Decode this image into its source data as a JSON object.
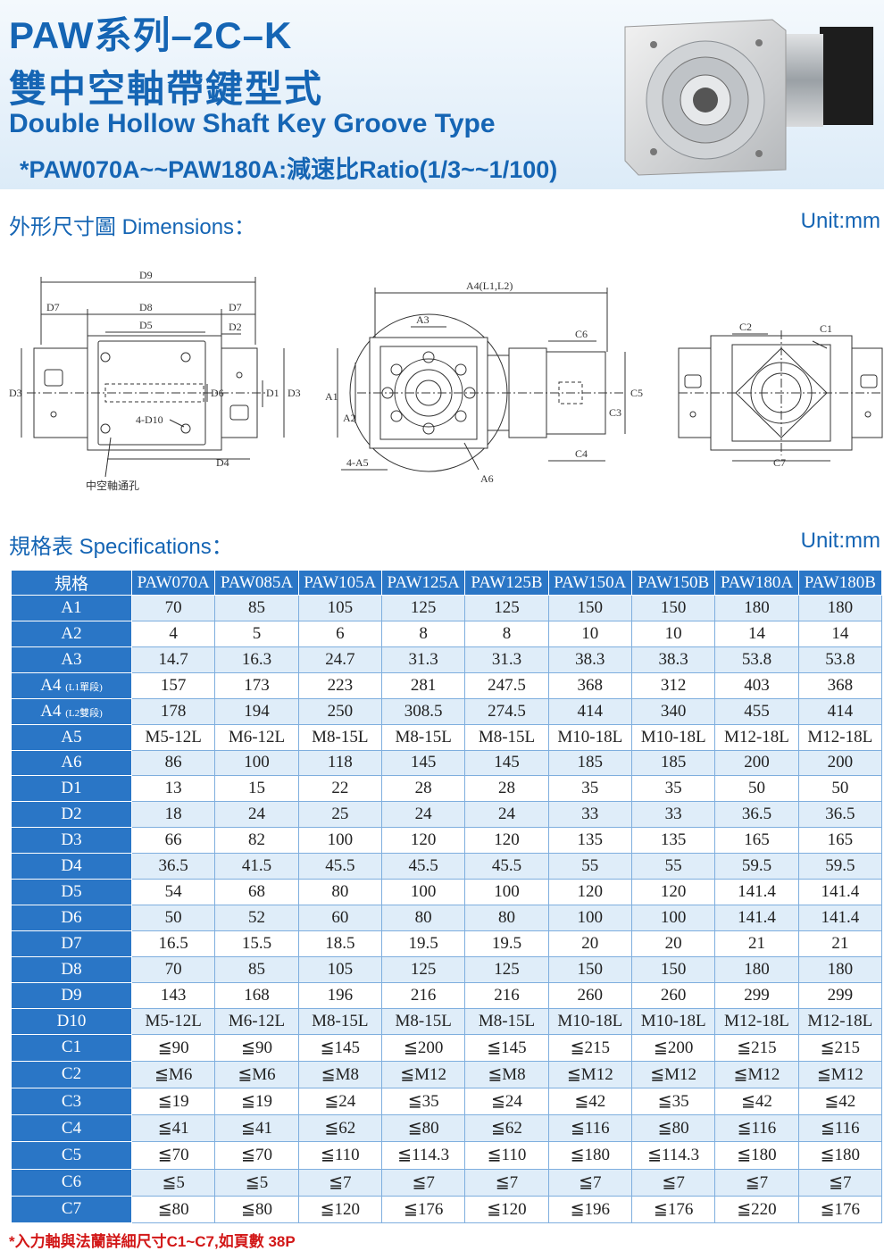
{
  "header": {
    "title_line1": "PAW系列–2C–K",
    "title_line2": "雙中空軸帶鍵型式",
    "title_en": "Double Hollow Shaft Key Groove Type",
    "subtitle": "*PAW070A~~PAW180A:減速比Ratio(1/3~~1/100)"
  },
  "dimensions_section": {
    "title": "外形尺寸圖 Dimensions：",
    "unit": "Unit:mm"
  },
  "drawing_labels": {
    "d9": "D9",
    "d7": "D7",
    "d8": "D8",
    "d5": "D5",
    "d2": "D2",
    "d3": "D3",
    "d1": "D1",
    "d6": "D6",
    "d4": "D4",
    "hole": "4-D10",
    "hollow": "中空軸通孔",
    "a4": "A4(L1,L2)",
    "a3": "A3",
    "a1": "A1",
    "a2": "A2",
    "a5": "4-A5",
    "a6": "A6",
    "c6": "C6",
    "c5": "C5",
    "c3": "C3",
    "c4": "C4",
    "c2": "C2",
    "c1": "C1",
    "c7": "C7"
  },
  "spec_section": {
    "title": "規格表 Specifications：",
    "unit": "Unit:mm"
  },
  "spec_table": {
    "corner": "規格",
    "models": [
      "PAW070A",
      "PAW085A",
      "PAW105A",
      "PAW125A",
      "PAW125B",
      "PAW150A",
      "PAW150B",
      "PAW180A",
      "PAW180B"
    ],
    "rows": [
      {
        "label": "A1",
        "note": "",
        "values": [
          "70",
          "85",
          "105",
          "125",
          "125",
          "150",
          "150",
          "180",
          "180"
        ]
      },
      {
        "label": "A2",
        "note": "",
        "values": [
          "4",
          "5",
          "6",
          "8",
          "8",
          "10",
          "10",
          "14",
          "14"
        ]
      },
      {
        "label": "A3",
        "note": "",
        "values": [
          "14.7",
          "16.3",
          "24.7",
          "31.3",
          "31.3",
          "38.3",
          "38.3",
          "53.8",
          "53.8"
        ]
      },
      {
        "label": "A4",
        "note": "(L1單段)",
        "values": [
          "157",
          "173",
          "223",
          "281",
          "247.5",
          "368",
          "312",
          "403",
          "368"
        ]
      },
      {
        "label": "A4",
        "note": "(L2雙段)",
        "values": [
          "178",
          "194",
          "250",
          "308.5",
          "274.5",
          "414",
          "340",
          "455",
          "414"
        ]
      },
      {
        "label": "A5",
        "note": "",
        "values": [
          "M5-12L",
          "M6-12L",
          "M8-15L",
          "M8-15L",
          "M8-15L",
          "M10-18L",
          "M10-18L",
          "M12-18L",
          "M12-18L"
        ]
      },
      {
        "label": "A6",
        "note": "",
        "values": [
          "86",
          "100",
          "118",
          "145",
          "145",
          "185",
          "185",
          "200",
          "200"
        ]
      },
      {
        "label": "D1",
        "note": "",
        "values": [
          "13",
          "15",
          "22",
          "28",
          "28",
          "35",
          "35",
          "50",
          "50"
        ]
      },
      {
        "label": "D2",
        "note": "",
        "values": [
          "18",
          "24",
          "25",
          "24",
          "24",
          "33",
          "33",
          "36.5",
          "36.5"
        ]
      },
      {
        "label": "D3",
        "note": "",
        "values": [
          "66",
          "82",
          "100",
          "120",
          "120",
          "135",
          "135",
          "165",
          "165"
        ]
      },
      {
        "label": "D4",
        "note": "",
        "values": [
          "36.5",
          "41.5",
          "45.5",
          "45.5",
          "45.5",
          "55",
          "55",
          "59.5",
          "59.5"
        ]
      },
      {
        "label": "D5",
        "note": "",
        "values": [
          "54",
          "68",
          "80",
          "100",
          "100",
          "120",
          "120",
          "141.4",
          "141.4"
        ]
      },
      {
        "label": "D6",
        "note": "",
        "values": [
          "50",
          "52",
          "60",
          "80",
          "80",
          "100",
          "100",
          "141.4",
          "141.4"
        ]
      },
      {
        "label": "D7",
        "note": "",
        "values": [
          "16.5",
          "15.5",
          "18.5",
          "19.5",
          "19.5",
          "20",
          "20",
          "21",
          "21"
        ]
      },
      {
        "label": "D8",
        "note": "",
        "values": [
          "70",
          "85",
          "105",
          "125",
          "125",
          "150",
          "150",
          "180",
          "180"
        ]
      },
      {
        "label": "D9",
        "note": "",
        "values": [
          "143",
          "168",
          "196",
          "216",
          "216",
          "260",
          "260",
          "299",
          "299"
        ]
      },
      {
        "label": "D10",
        "note": "",
        "values": [
          "M5-12L",
          "M6-12L",
          "M8-15L",
          "M8-15L",
          "M8-15L",
          "M10-18L",
          "M10-18L",
          "M12-18L",
          "M12-18L"
        ]
      },
      {
        "label": "C1",
        "note": "",
        "values": [
          "≦90",
          "≦90",
          "≦145",
          "≦200",
          "≦145",
          "≦215",
          "≦200",
          "≦215",
          "≦215"
        ]
      },
      {
        "label": "C2",
        "note": "",
        "values": [
          "≦M6",
          "≦M6",
          "≦M8",
          "≦M12",
          "≦M8",
          "≦M12",
          "≦M12",
          "≦M12",
          "≦M12"
        ]
      },
      {
        "label": "C3",
        "note": "",
        "values": [
          "≦19",
          "≦19",
          "≦24",
          "≦35",
          "≦24",
          "≦42",
          "≦35",
          "≦42",
          "≦42"
        ]
      },
      {
        "label": "C4",
        "note": "",
        "values": [
          "≦41",
          "≦41",
          "≦62",
          "≦80",
          "≦62",
          "≦116",
          "≦80",
          "≦116",
          "≦116"
        ]
      },
      {
        "label": "C5",
        "note": "",
        "values": [
          "≦70",
          "≦70",
          "≦110",
          "≦114.3",
          "≦110",
          "≦180",
          "≦114.3",
          "≦180",
          "≦180"
        ]
      },
      {
        "label": "C6",
        "note": "",
        "values": [
          "≦5",
          "≦5",
          "≦7",
          "≦7",
          "≦7",
          "≦7",
          "≦7",
          "≦7",
          "≦7"
        ]
      },
      {
        "label": "C7",
        "note": "",
        "values": [
          "≦80",
          "≦80",
          "≦120",
          "≦176",
          "≦120",
          "≦196",
          "≦176",
          "≦220",
          "≦176"
        ]
      }
    ]
  },
  "footnote": "*入力軸與法蘭詳細尺寸C1~C7,如頁數 38P"
}
